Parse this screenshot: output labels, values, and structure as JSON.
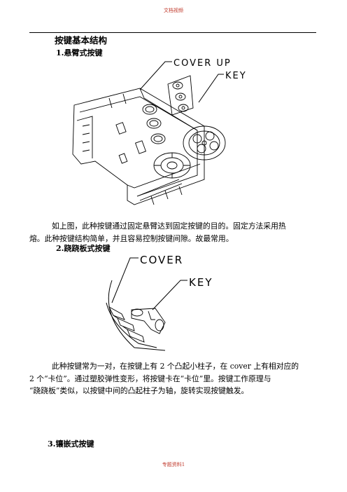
{
  "header": {
    "text": "文档视频"
  },
  "title": "按键基本结构",
  "sections": [
    {
      "heading": "1.悬臂式按键",
      "figure_labels": {
        "cover": "COVER UP",
        "key": "KEY"
      },
      "paragraph": [
        "如上图，此种按键通过固定悬臂达到固定按键的目的。固定方法采用热",
        "熔。此种按键结构简单，并且容易控制按键间隙。故最常用。"
      ]
    },
    {
      "heading": "2.跷跷板式按键",
      "figure_labels": {
        "cover": "COVER",
        "key": "KEY"
      },
      "paragraph": [
        "此种按键常为一对，在按键上有 2 个凸起小柱子，在 cover 上有相对应的",
        "2 个“卡位”。通过塑胶弹性变形，将按键卡在“卡位”里。按键工作原理与",
        "“跷跷板”类似，以按键中间的凸起柱子为轴，旋转实现按键触发。"
      ]
    },
    {
      "heading": "3.镶嵌式按键"
    }
  ],
  "footer": {
    "text": "专题资料1"
  }
}
